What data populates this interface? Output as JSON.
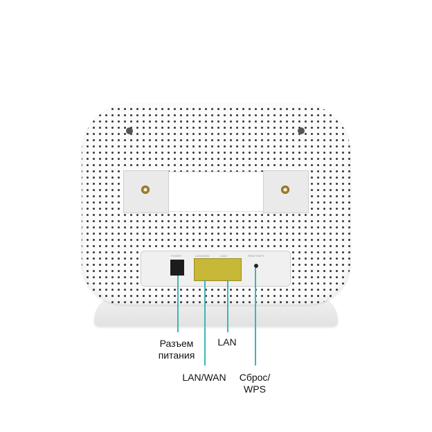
{
  "device": {
    "port_printed_labels": [
      "POWER",
      "LAN1/WAN",
      "LAN2",
      "RESET/WPS"
    ]
  },
  "callouts": {
    "power": "Разъем питания",
    "power_line1": "Разъем",
    "power_line2": "питания",
    "lan": "LAN",
    "lan_wan": "LAN/WAN",
    "reset_line1": "Сброс/",
    "reset_line2": "WPS"
  },
  "colors": {
    "leader_line": "#3bb5b8",
    "port": "#c8b838"
  }
}
